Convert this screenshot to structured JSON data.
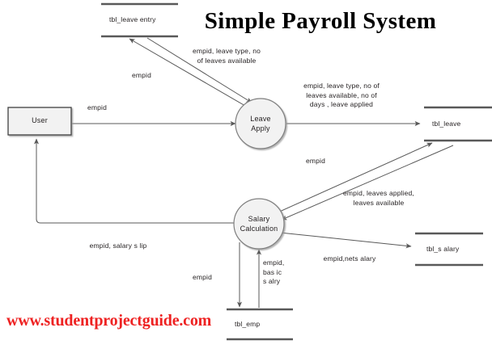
{
  "diagram": {
    "title": "Simple Payroll System",
    "watermark": "www.studentprojectguide.com",
    "colors": {
      "node_fill": "#f2f2f2",
      "node_stroke": "#7f7f7f",
      "entity_stroke": "#404040",
      "line": "#595959",
      "store_line": "#595959",
      "text": "#231f20",
      "watermark": "#ee2222",
      "title": "#000000"
    }
  },
  "entities": [
    {
      "id": "user",
      "name": "User",
      "label": "User",
      "shape": "rectangle"
    }
  ],
  "processes": [
    {
      "id": "leave_apply",
      "name": "leave-apply",
      "label": "Leave\nApply",
      "shape": "circle"
    },
    {
      "id": "salary_calculation",
      "name": "salary-calculation",
      "label": "Salary\nCalculation",
      "shape": "circle"
    }
  ],
  "data_stores": [
    {
      "id": "tbl_leave_entry",
      "label": "tbl_leave entry"
    },
    {
      "id": "tbl_leave",
      "label": "tbl_leave"
    },
    {
      "id": "tbl_salary",
      "label": "tbl_s alary"
    },
    {
      "id": "tbl_emp",
      "label": "tbl_emp"
    }
  ],
  "flows": [
    {
      "id": "f1",
      "label": "empid",
      "from": "user",
      "to": "leave_apply"
    },
    {
      "id": "f2",
      "label": "empid",
      "from": "leave_apply",
      "to": "tbl_leave_entry"
    },
    {
      "id": "f3",
      "label": "empid, leave type, no\nof leaves available",
      "from": "tbl_leave_entry",
      "to": "leave_apply"
    },
    {
      "id": "f4",
      "label": "empid, leave type, no of\nleaves available, no of\ndays , leave applied",
      "from": "leave_apply",
      "to": "tbl_leave"
    },
    {
      "id": "f5",
      "label": "empid",
      "from": "salary_calculation",
      "to": "tbl_leave"
    },
    {
      "id": "f6",
      "label": "empid, leaves applied,\nleaves available",
      "from": "tbl_leave",
      "to": "salary_calculation"
    },
    {
      "id": "f7",
      "label": "empid,nets alary",
      "from": "salary_calculation",
      "to": "tbl_salary"
    },
    {
      "id": "f8",
      "label": "empid, salary s lip",
      "from": "salary_calculation",
      "to": "user"
    },
    {
      "id": "f9",
      "label": "empid",
      "from": "salary_calculation",
      "to": "tbl_emp"
    },
    {
      "id": "f10",
      "label": "empid,\nbas ic\ns alry",
      "from": "tbl_emp",
      "to": "salary_calculation"
    }
  ]
}
